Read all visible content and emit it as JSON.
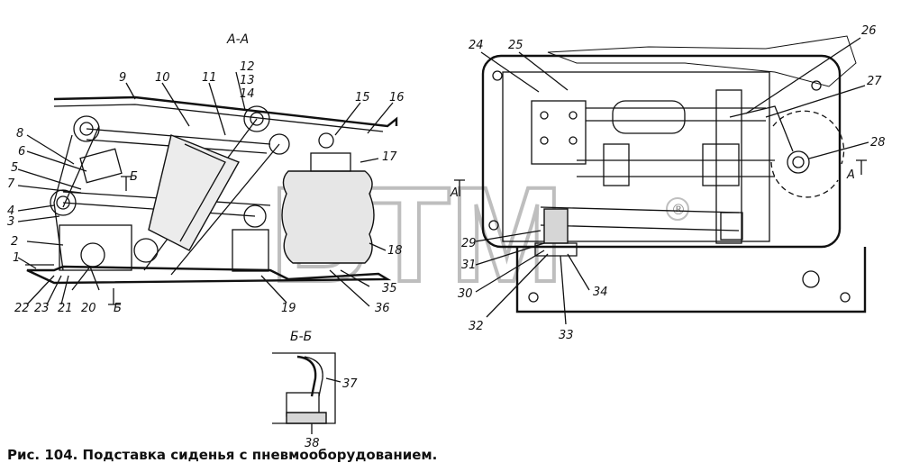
{
  "caption": "Рис. 104. Подставка сиденья с пневмооборудованием.",
  "sections": {
    "aa": "А-А",
    "bb": "Б-Б",
    "arrow_b": "Б",
    "arrow_b_bottom": "Б",
    "arrow_a_left": "A",
    "arrow_a_right": "A"
  },
  "watermark": {
    "text": "BTM",
    "reg": "®"
  },
  "callouts": [
    "1",
    "2",
    "3",
    "4",
    "5",
    "6",
    "7",
    "8",
    "9",
    "10",
    "11",
    "12",
    "13",
    "14",
    "15",
    "16",
    "17",
    "18",
    "19",
    "20",
    "21",
    "22",
    "23",
    "24",
    "25",
    "26",
    "27",
    "28",
    "29",
    "30",
    "31",
    "32",
    "33",
    "34",
    "35",
    "36",
    "37",
    "38"
  ]
}
